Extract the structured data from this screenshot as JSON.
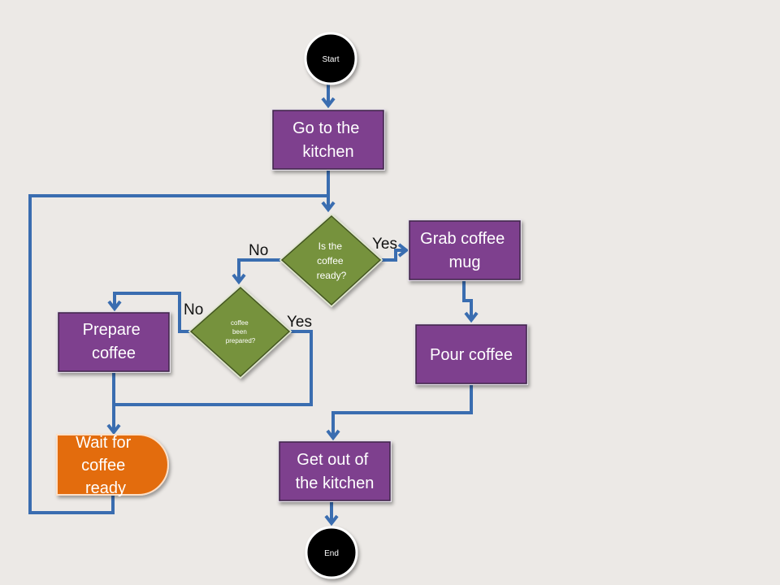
{
  "nodes": {
    "start": {
      "label": "Start"
    },
    "go_to_kitchen": {
      "lines": [
        "Go to the",
        "kitchen"
      ]
    },
    "is_coffee_ready": {
      "lines": [
        "Is the",
        "coffee",
        "ready?"
      ]
    },
    "grab_coffee_mug": {
      "lines": [
        "Grab coffee",
        "mug"
      ]
    },
    "pour_coffee": {
      "lines": [
        "Pour coffee"
      ]
    },
    "coffee_been_prepared": {
      "lines": [
        "coffee",
        "been",
        "prepared?"
      ]
    },
    "prepare_coffee": {
      "lines": [
        "Prepare",
        "coffee"
      ]
    },
    "wait_for_coffee": {
      "lines": [
        "Wait for",
        "coffee",
        "ready"
      ]
    },
    "get_out_of_kitchen": {
      "lines": [
        "Get out of",
        "the kitchen"
      ]
    },
    "end": {
      "label": "End"
    }
  },
  "edge_labels": {
    "ready_no": "No",
    "ready_yes": "Yes",
    "prepared_no": "No",
    "prepared_yes": "Yes"
  },
  "colors": {
    "background": "#ece9e6",
    "connector": "#3a6db0",
    "process": "#7e3f8e",
    "decision": "#76923c",
    "delay": "#e36c0a",
    "terminal": "#000000"
  }
}
